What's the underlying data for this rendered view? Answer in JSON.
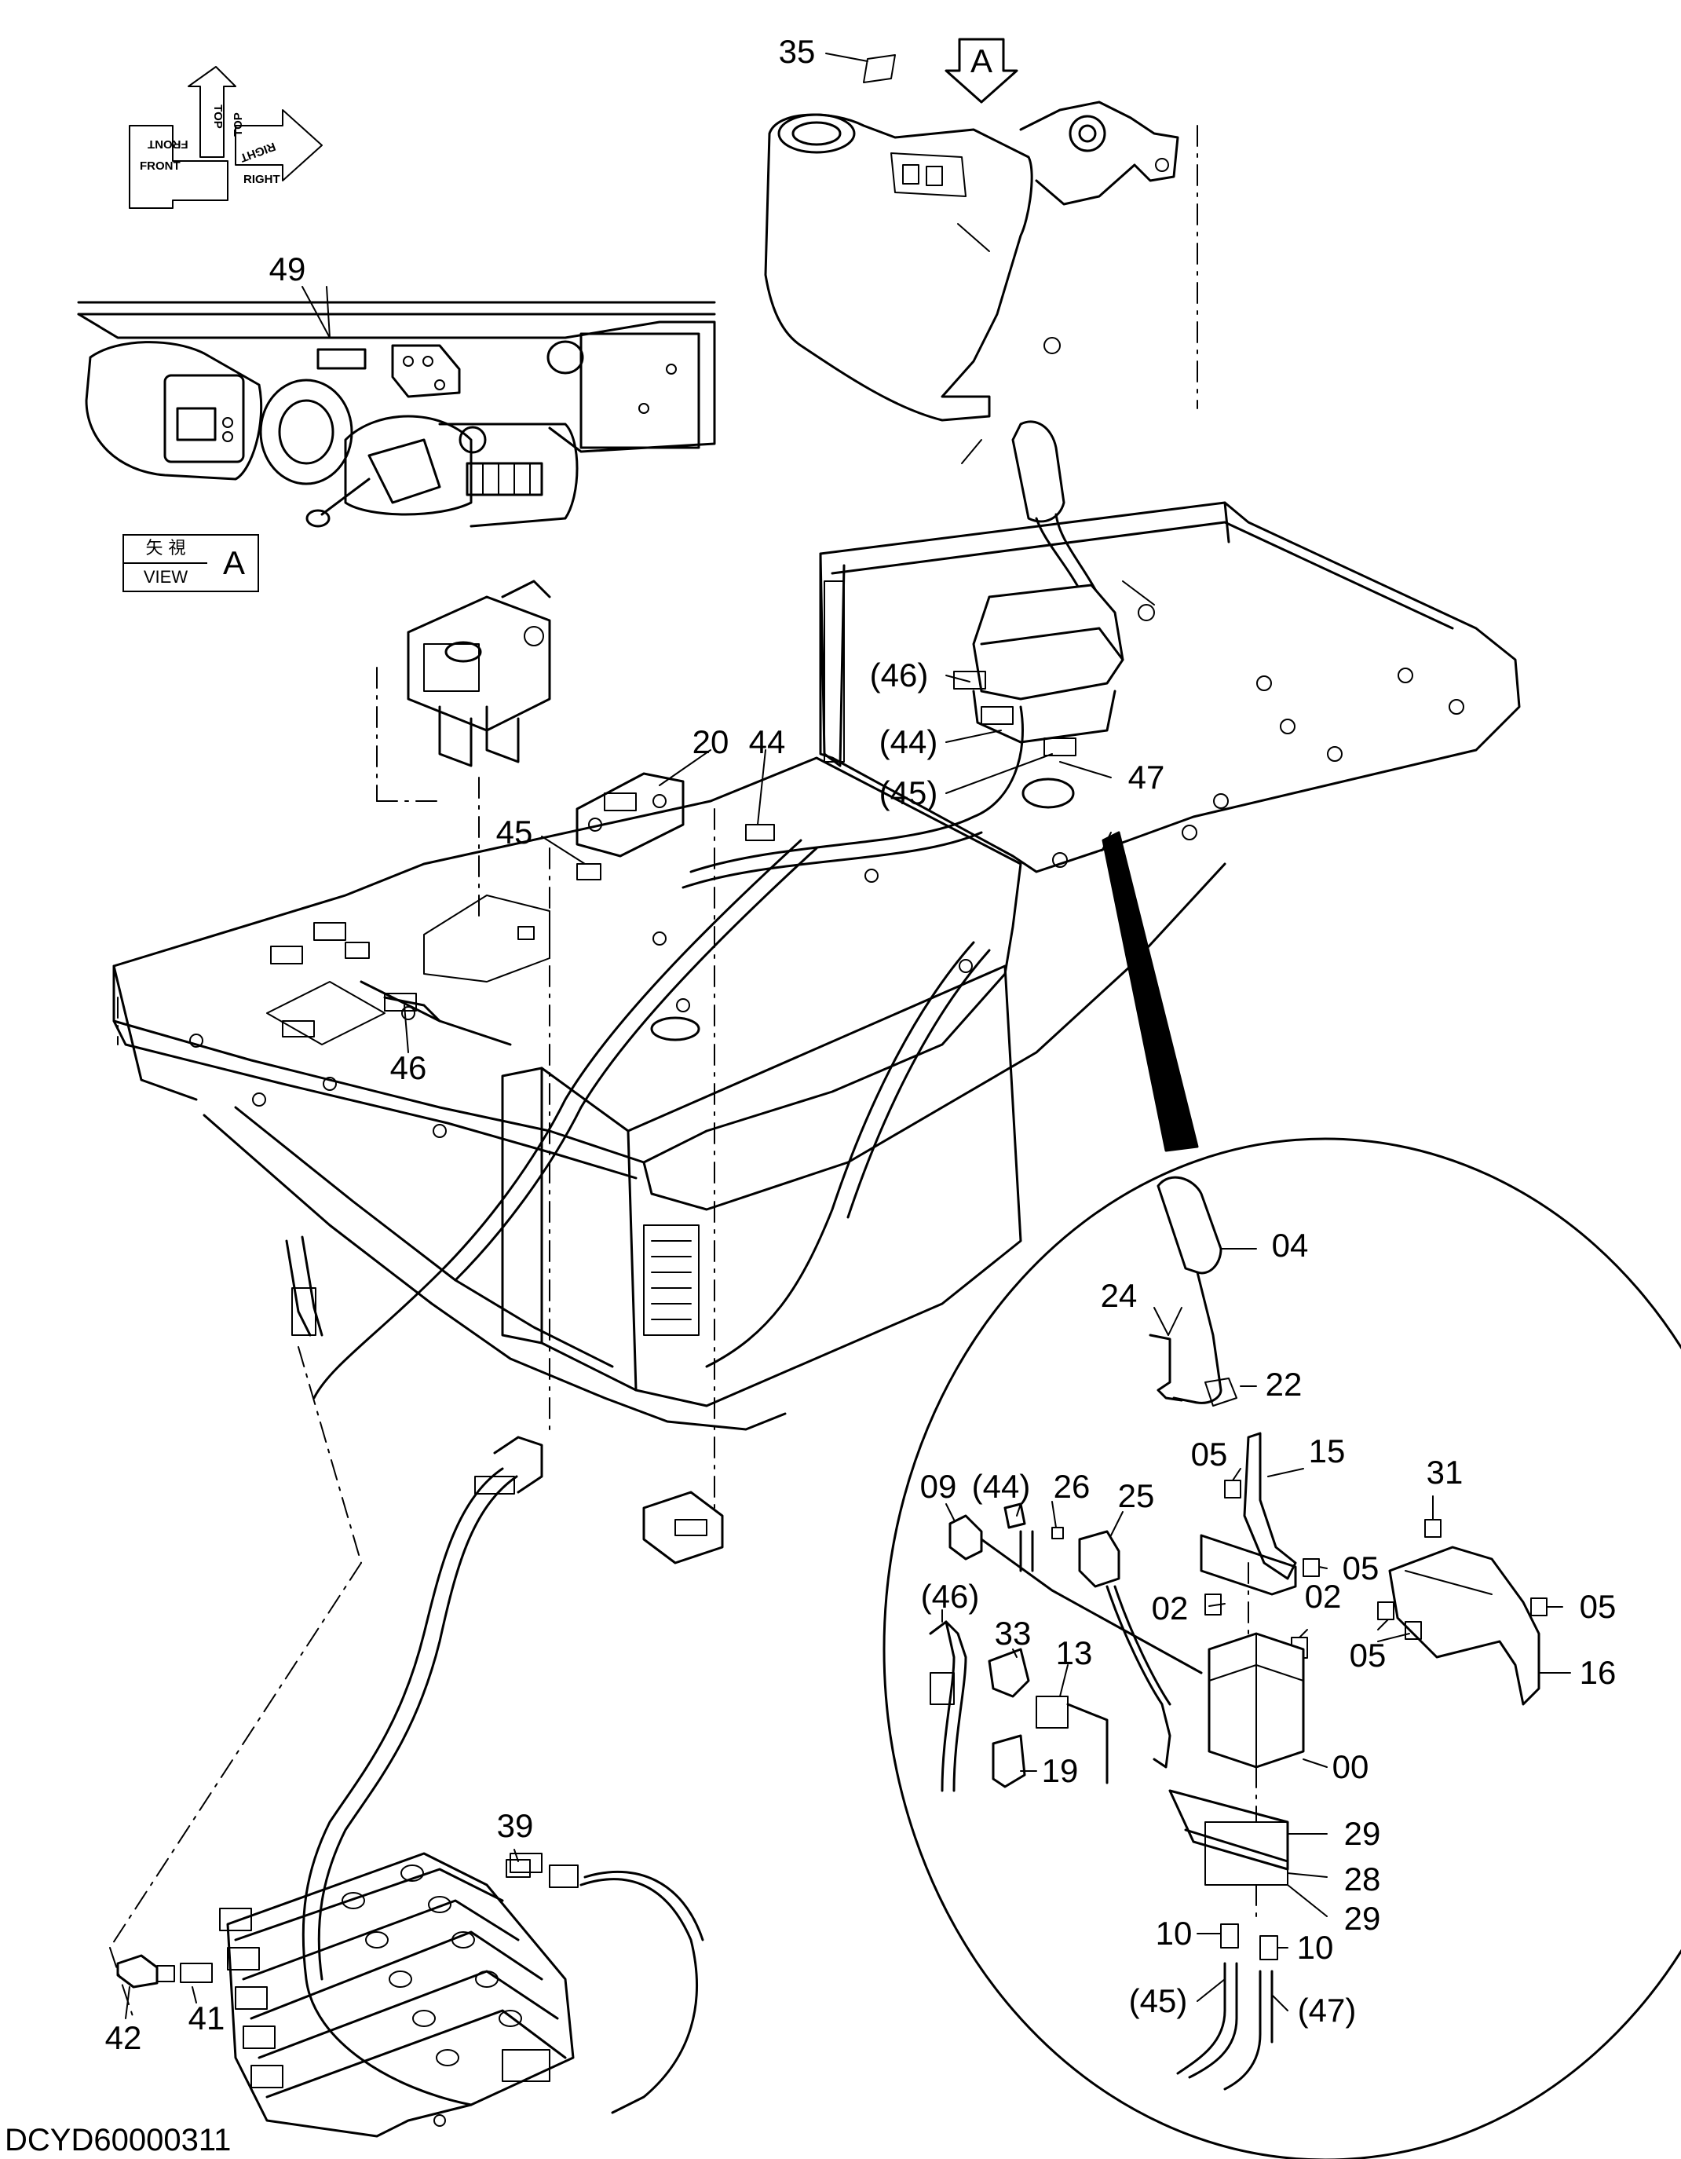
{
  "drawing_code": "DCYD60000311",
  "view_marker": {
    "arrow_letter": "A",
    "caption_jp": "矢 視",
    "caption_en": "VIEW",
    "caption_letter": "A"
  },
  "compass": {
    "front": "FRONT",
    "top": "TOP",
    "right": "RIGHT",
    "front_mirrored": "FRONT",
    "top_mirrored": "TOP",
    "right_mirrored": "RIGHT"
  },
  "callouts": {
    "c35": "35",
    "c49": "49",
    "c46_paren_top": "(46)",
    "c44_paren_top": "(44)",
    "c45_paren_top": "(45)",
    "c47": "47",
    "c20": "20",
    "c44": "44",
    "c45": "45",
    "c46": "46",
    "c39": "39",
    "c42": "42",
    "c41": "41",
    "d04": "04",
    "d24": "24",
    "d22": "22",
    "d05a": "05",
    "d15": "15",
    "d05b": "05",
    "d31": "31",
    "d05c": "05",
    "d05d": "05",
    "d16": "16",
    "d44": "(44)",
    "d09": "09",
    "d26": "26",
    "d25": "25",
    "d02a": "02",
    "d02b": "02",
    "d46": "(46)",
    "d33": "33",
    "d13": "13",
    "d19": "19",
    "d00": "00",
    "d29a": "29",
    "d28": "28",
    "d29b": "29",
    "d10a": "10",
    "d10b": "10",
    "d45": "(45)",
    "d47": "(47)"
  }
}
